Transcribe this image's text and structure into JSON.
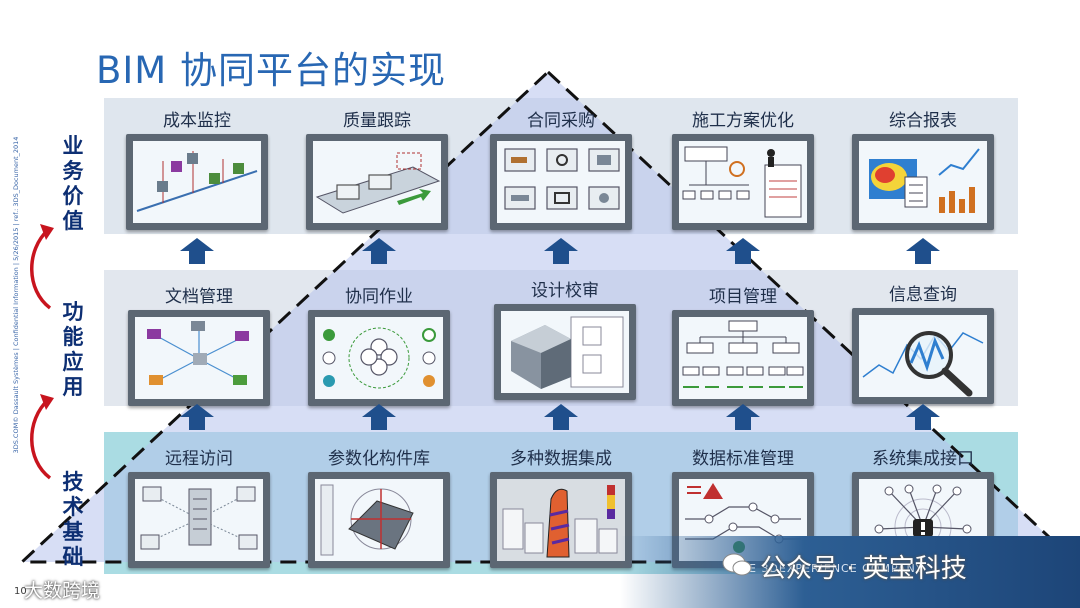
{
  "title": "BIM 协同平台的实现",
  "side_labels": {
    "top": "业务价值",
    "mid": "功能应用",
    "bot": "技术基础"
  },
  "vertical_text": "3DS.COM© Dassault Systèmes | Confidential Information | 5/26/2015 | ref.: 3DS_Document_2014",
  "rows": {
    "top": [
      {
        "label": "成本监控",
        "icon": "timeline-tags-icon"
      },
      {
        "label": "质量跟踪",
        "icon": "conveyor-boxes-icon"
      },
      {
        "label": "合同采购",
        "icon": "parts-folders-icon"
      },
      {
        "label": "施工方案优化",
        "icon": "org-chart-document-icon"
      },
      {
        "label": "综合报表",
        "icon": "dashboard-charts-icon"
      }
    ],
    "mid": [
      {
        "label": "文档管理",
        "icon": "document-network-icon"
      },
      {
        "label": "协同作业",
        "icon": "collaboration-flower-icon"
      },
      {
        "label": "设计校审",
        "icon": "design-review-icon"
      },
      {
        "label": "项目管理",
        "icon": "project-tree-icon"
      },
      {
        "label": "信息查询",
        "icon": "magnifier-chart-icon"
      }
    ],
    "bot": [
      {
        "label": "远程访问",
        "icon": "server-network-icon"
      },
      {
        "label": "参数化构件库",
        "icon": "parametric-part-icon"
      },
      {
        "label": "多种数据集成",
        "icon": "city-model-icon"
      },
      {
        "label": "数据标准管理",
        "icon": "data-flow-icon"
      },
      {
        "label": "系统集成接口",
        "icon": "system-hub-icon"
      }
    ]
  },
  "page_number": "10",
  "footer_text": "THE 3DEXPERIENCE COMPANY",
  "watermark_left": "大数跨境",
  "watermark_right": "公众号 · 英宝科技",
  "colors": {
    "title": "#2867b3",
    "side_labels": "#0d2f73",
    "arrows": "#1f4f8c",
    "side_arcs": "#c8141e",
    "band_top": "#dfe6ee",
    "band_mid": "#e2e7ee",
    "band_bot": "#aadce3",
    "pyramid_fill": "#b6c2ec",
    "pyramid_dash": "#111111"
  }
}
